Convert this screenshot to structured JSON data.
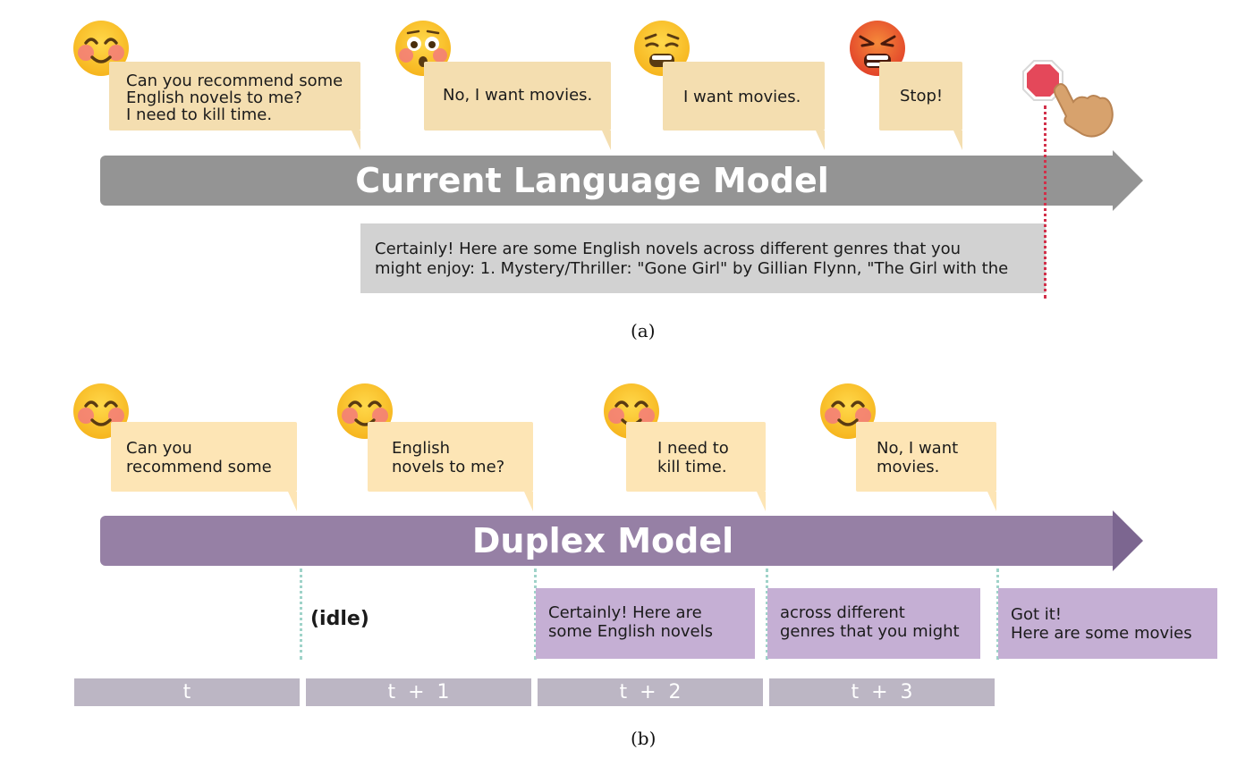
{
  "panel_a": {
    "caption": "(a)",
    "model_label": "Current Language Model",
    "user_turns": [
      {
        "text": "Can you recommend some\nEnglish novels to me?\nI need to kill time.",
        "emoji": "smiling-face-icon"
      },
      {
        "text": "No, I want movies.",
        "emoji": "flushed-face-icon"
      },
      {
        "text": "I want movies.",
        "emoji": "weary-face-icon"
      },
      {
        "text": "Stop!",
        "emoji": "angry-face-icon"
      }
    ],
    "model_response": "Certainly! Here are some English novels across different genres that you\nmight enjoy: 1. Mystery/Thriller: \"Gone Girl\" by Gillian Flynn, \"The Girl with the",
    "interrupt_icon": "stop-sign-hand-icon"
  },
  "panel_b": {
    "caption": "(b)",
    "model_label": "Duplex Model",
    "user_turns": [
      {
        "text": "Can you\nrecommend some",
        "emoji": "smiling-face-icon"
      },
      {
        "text": "English\nnovels to me?",
        "emoji": "smiling-face-icon"
      },
      {
        "text": "I need to\nkill time.",
        "emoji": "smiling-face-icon"
      },
      {
        "text": "No, I want\nmovies.",
        "emoji": "smiling-face-icon"
      }
    ],
    "idle_label": "(idle)",
    "responses": [
      "Certainly! Here are\nsome English novels",
      "across different\ngenres that you might",
      "Got it!\nHere are some movies"
    ],
    "time_steps": [
      "t",
      "t  +  1",
      "t  +  2",
      "t  +  3"
    ]
  },
  "colors": {
    "bubble_a": "#f4deb0",
    "bubble_b": "#fde5b5",
    "current_model_bar": "#949494",
    "duplex_model_bar": "#9680a5",
    "duplex_response": "#c5afd4",
    "stop_line": "#d2304a",
    "time_step": "#bcb6c4"
  }
}
